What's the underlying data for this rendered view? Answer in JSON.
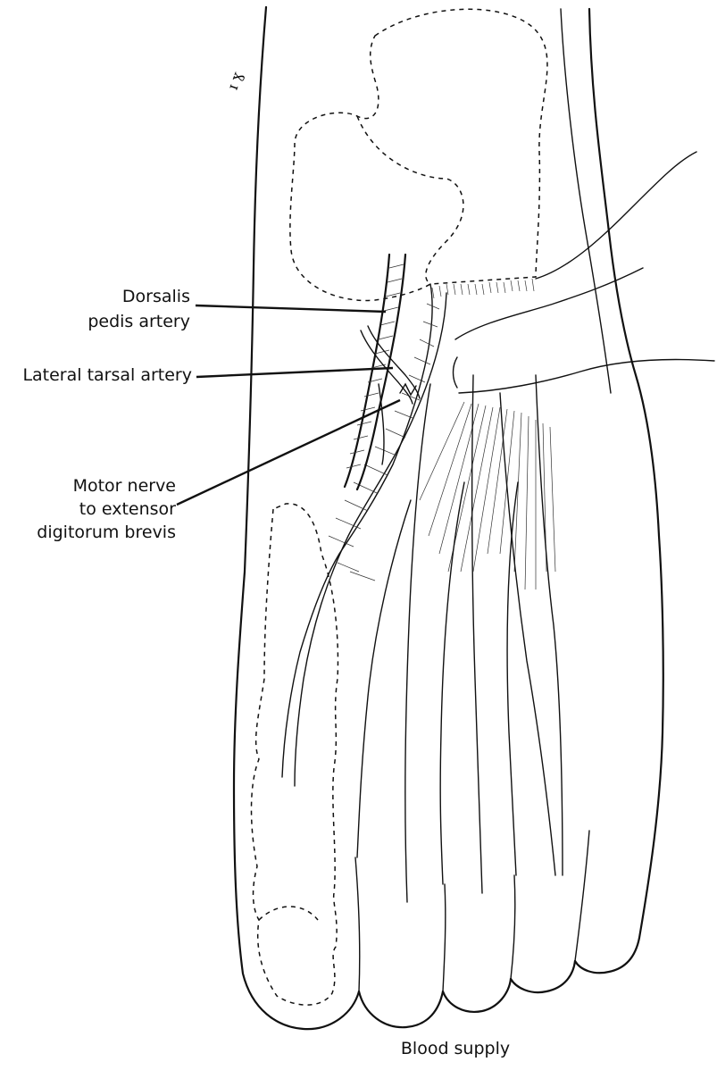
{
  "labels": {
    "dorsalis_line1": "Dorsalis",
    "dorsalis_line2": "pedis artery",
    "lateral_tarsal": "Lateral tarsal artery",
    "motor_line1": "Motor nerve",
    "motor_line2": "to extensor",
    "motor_line3": "digitorum brevis"
  },
  "caption": "Blood supply"
}
